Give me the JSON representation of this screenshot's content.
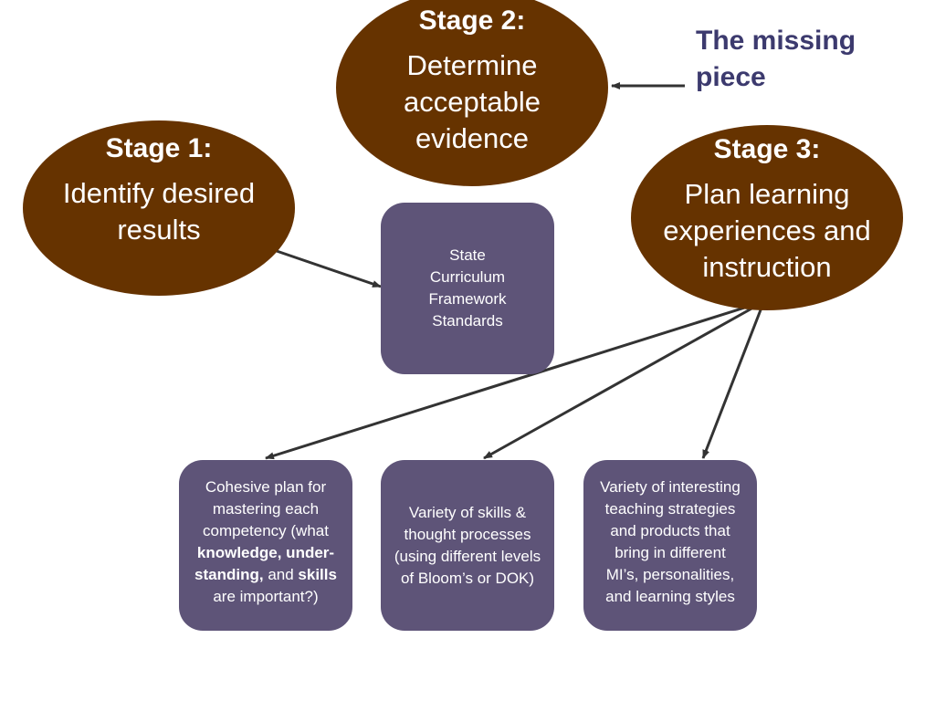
{
  "colors": {
    "oval_fill": "#663300",
    "box_fill": "#5e5478",
    "arrow": "#333333",
    "callout_text": "#3c3a6e"
  },
  "stage1": {
    "label": "Stage 1:",
    "line1": "Identify desired",
    "line2": "results"
  },
  "stage2": {
    "label": "Stage 2:",
    "line1": "Determine",
    "line2": "acceptable",
    "line3": "evidence"
  },
  "stage3": {
    "label": "Stage 3:",
    "line1": "Plan learning",
    "line2": "experiences and",
    "line3": "instruction"
  },
  "callout": {
    "line1": "The missing",
    "line2": "piece"
  },
  "state_box": {
    "line1": "State",
    "line2": "Curriculum",
    "line3": "Framework",
    "line4": "Standards"
  },
  "box1": {
    "t1": "Cohesive plan for",
    "t2": "mastering each",
    "t3": "competency (what",
    "b1": "knowledge, under-",
    "b2": "standing,",
    "t4": " and ",
    "b3": "skills",
    "t5": "are important?)"
  },
  "box2": {
    "l1": "Variety of skills &",
    "l2": "thought processes",
    "l3": "(using different levels",
    "l4": "of Bloom’s or DOK)"
  },
  "box3": {
    "l1": "Variety of interesting",
    "l2": "teaching strategies",
    "l3": "and products that",
    "l4": "bring in different",
    "l5": "MI’s, personalities,",
    "l6": "and learning styles"
  }
}
